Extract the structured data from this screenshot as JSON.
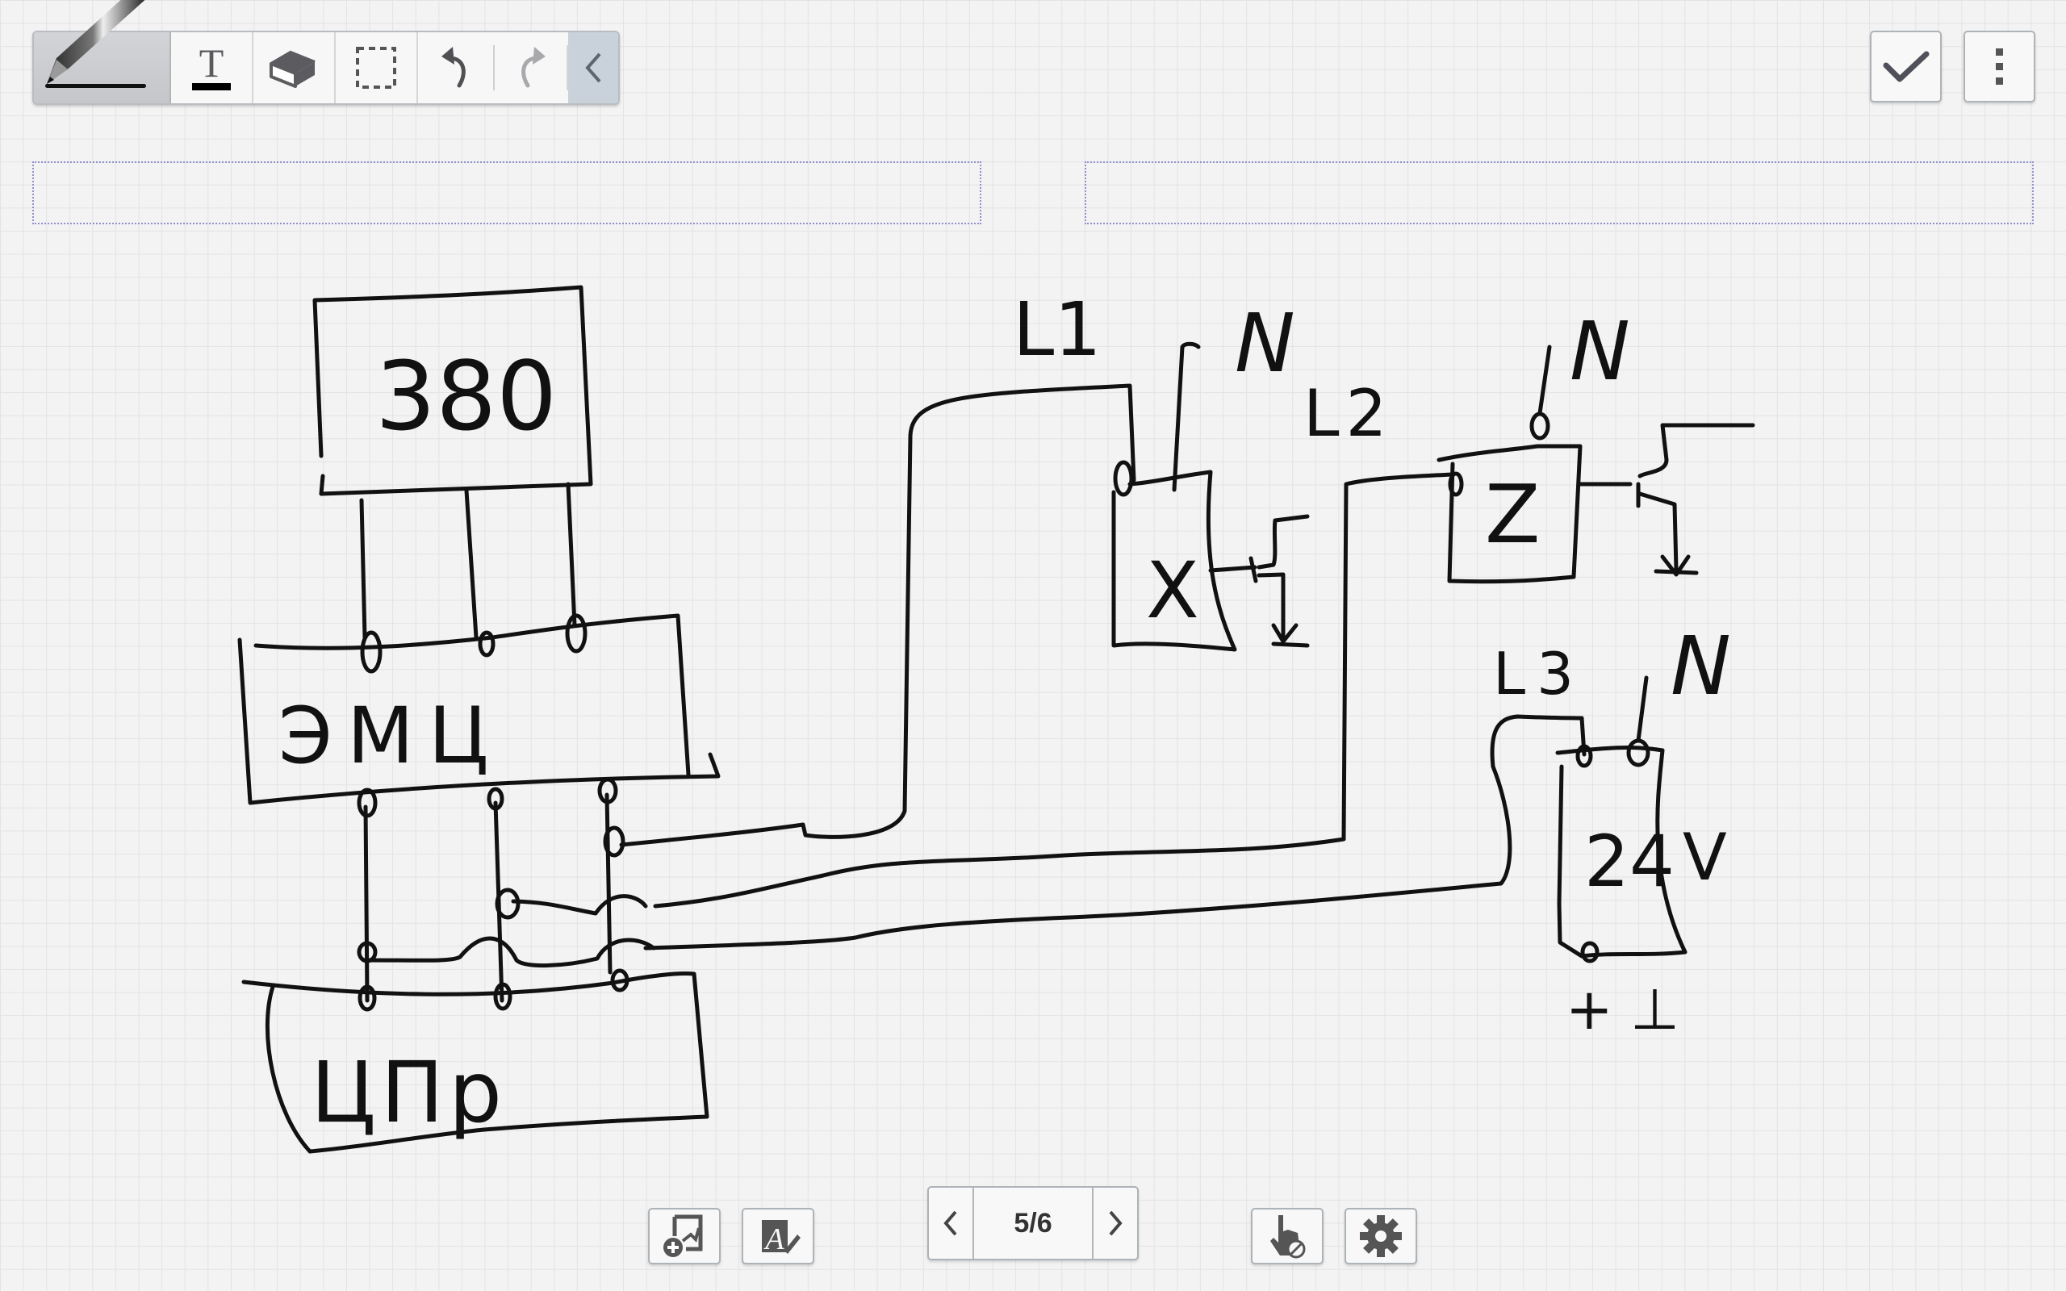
{
  "toolbar": {
    "tools": [
      {
        "name": "pen",
        "icon": "pen-icon",
        "active": true
      },
      {
        "name": "text",
        "icon": "text-icon",
        "label": "T"
      },
      {
        "name": "eraser",
        "icon": "eraser-icon"
      },
      {
        "name": "selection",
        "icon": "selection-icon"
      },
      {
        "name": "undo",
        "icon": "undo-icon"
      },
      {
        "name": "redo",
        "icon": "redo-icon",
        "enabled": false
      },
      {
        "name": "collapse",
        "icon": "chevron-left-icon"
      }
    ],
    "pen_color": "#111111"
  },
  "top_right": {
    "done_icon": "check-icon",
    "menu_icon": "more-vertical-icon"
  },
  "title_fields": [
    {
      "placeholder": ""
    },
    {
      "placeholder": ""
    }
  ],
  "sketch": {
    "blocks": [
      {
        "id": "supply",
        "label": "380"
      },
      {
        "id": "emc",
        "label": "ЭМЦ"
      },
      {
        "id": "cpr",
        "label": "ЦПр"
      },
      {
        "id": "load-x",
        "label": "X"
      },
      {
        "id": "load-z",
        "label": "Z"
      },
      {
        "id": "psu",
        "label": "24"
      }
    ],
    "annotations": [
      {
        "id": "l1",
        "label": "L1"
      },
      {
        "id": "l2",
        "label": "L2"
      },
      {
        "id": "l3",
        "label": "L3"
      },
      {
        "id": "n1",
        "label": "N"
      },
      {
        "id": "n2",
        "label": "N"
      },
      {
        "id": "n3",
        "label": "N"
      },
      {
        "id": "volt",
        "label": "V"
      },
      {
        "id": "plus",
        "label": "+"
      },
      {
        "id": "minus",
        "label": "⊥"
      }
    ]
  },
  "bottom_bar": {
    "insert_image_icon": "insert-image-icon",
    "text_recognition_icon": "text-recognition-icon",
    "prev_icon": "chevron-left-icon",
    "next_icon": "chevron-right-icon",
    "page_current": 5,
    "page_total": 6,
    "page_label": "5/6",
    "hand_mode_icon": "hand-no-touch-icon",
    "settings_icon": "gear-icon"
  }
}
